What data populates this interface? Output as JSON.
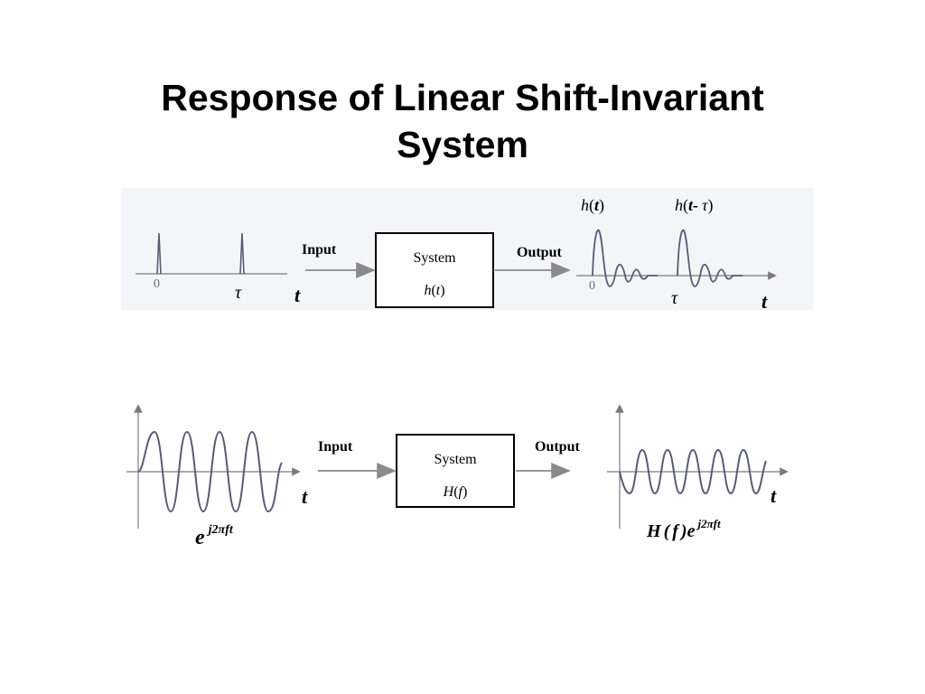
{
  "title": {
    "line1": "Response of Linear Shift-Invariant",
    "line2": "System"
  },
  "top_diagram": {
    "input_label": "Input",
    "output_label": "Output",
    "system_label": "System",
    "system_func": {
      "name": "h",
      "arg": "t"
    },
    "input_axis": {
      "origin": "0",
      "tau": "τ",
      "t": "t"
    },
    "output_axis": {
      "origin": "0",
      "tau": "τ",
      "t": "t"
    },
    "response_label_1": {
      "name": "h",
      "arg": "t"
    },
    "response_label_2": {
      "name": "h",
      "arg": "t-",
      "shift": "τ"
    }
  },
  "bottom_diagram": {
    "input_label": "Input",
    "output_label": "Output",
    "system_label": "System",
    "system_func": {
      "name": "H",
      "arg": "f"
    },
    "input_t": "t",
    "output_t": "t",
    "input_expr": {
      "base": "e",
      "exp": "j2πft"
    },
    "output_expr": {
      "H": "H",
      "f": "f",
      "base": "e",
      "exp": "j2πft"
    }
  },
  "colors": {
    "text": "#000000",
    "wave": "#5a5a78",
    "axis": "#7a7a7a",
    "arrow": "#8a8a8a",
    "panel": "#f4f5f8"
  }
}
